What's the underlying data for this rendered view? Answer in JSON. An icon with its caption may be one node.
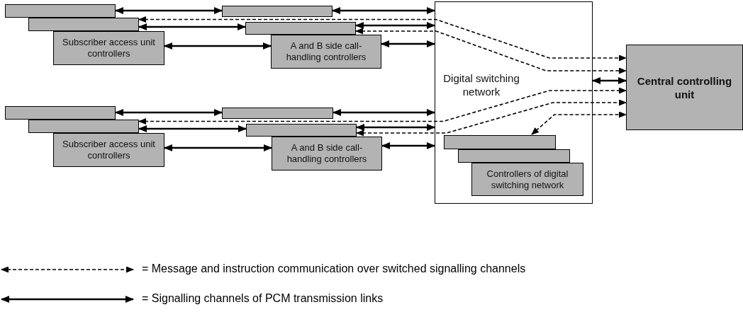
{
  "diagram": {
    "nodes": [
      {
        "text": [],
        "shape": "box"
      },
      {
        "text": [],
        "shape": "box"
      },
      {
        "text": [
          "Subscriber access unit controllers"
        ]
      },
      {
        "text": [],
        "shape": "box"
      },
      {
        "text": [],
        "shape": "box"
      },
      {
        "text": [
          "A and B side call-handling controllers"
        ]
      },
      {
        "text": [],
        "shape": "box"
      },
      {
        "text": [],
        "shape": "box"
      },
      {
        "text": [
          "Subscriber access unit controllers"
        ]
      },
      {
        "text": [],
        "shape": "box"
      },
      {
        "text": [],
        "shape": "box"
      },
      {
        "text": [
          "A and B side call-handling controllers"
        ]
      },
      {
        "text": [
          "Digital switching network"
        ]
      },
      {
        "text": [],
        "shape": "box",
        "in": 12
      },
      {
        "text": [],
        "shape": "box",
        "in": 12
      },
      {
        "text": [
          "Controllers of digital switching network"
        ],
        "in": 12
      },
      {
        "text": [
          "Central controlling unit"
        ]
      }
    ],
    "edges": [
      {
        "from": 0,
        "to": 3,
        "arrow": "both"
      },
      {
        "from": 1,
        "to": 4,
        "arrow": "both"
      },
      {
        "from": 2,
        "to": 5,
        "arrow": "both"
      },
      {
        "from": 3,
        "to": 12,
        "arrow": "both"
      },
      {
        "from": 4,
        "to": 12,
        "arrow": "both"
      },
      {
        "from": 5,
        "to": 12,
        "arrow": "both"
      },
      {
        "from": 1,
        "to": 16,
        "arrow": "both",
        "style": "dashed"
      },
      {
        "from": 4,
        "to": 16,
        "arrow": "both",
        "style": "dashed"
      },
      {
        "from": 12,
        "to": 16,
        "arrow": "both"
      },
      {
        "from": 6,
        "to": 9,
        "arrow": "both"
      },
      {
        "from": 7,
        "to": 10,
        "arrow": "both"
      },
      {
        "from": 8,
        "to": 11,
        "arrow": "both"
      },
      {
        "from": 9,
        "to": 12,
        "arrow": "both"
      },
      {
        "from": 10,
        "to": 12,
        "arrow": "both"
      },
      {
        "from": 11,
        "to": 12,
        "arrow": "both"
      },
      {
        "from": 7,
        "to": 16,
        "arrow": "both",
        "style": "dashed"
      },
      {
        "from": 10,
        "to": 16,
        "arrow": "both",
        "style": "dashed"
      },
      {
        "from": 13,
        "to": 16,
        "arrow": "both",
        "style": "dashed"
      }
    ],
    "legend": [
      {
        "text": "= Message and instruction communication over switched signalling channels"
      },
      {
        "text": "= Signalling channels of PCM transmission links"
      }
    ]
  }
}
